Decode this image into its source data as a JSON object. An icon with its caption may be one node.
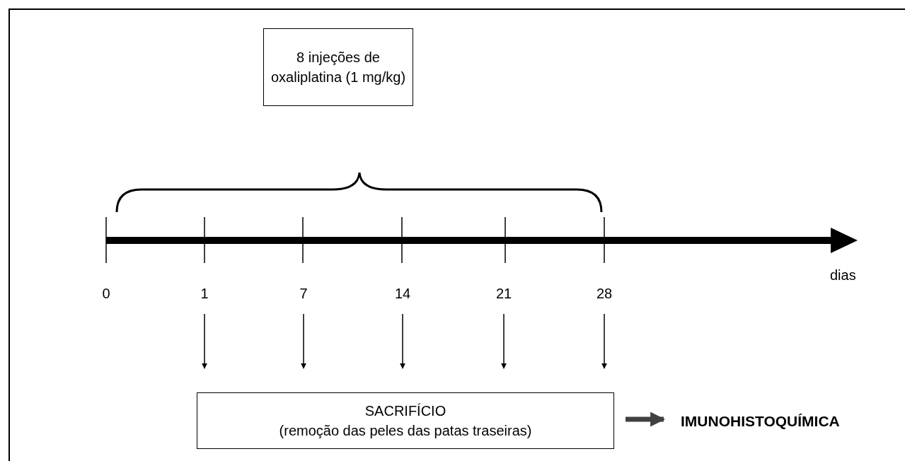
{
  "diagram": {
    "nodes": [
      {
        "text": [
          "8 injeções de oxaliplatina (1 mg/kg)"
        ]
      },
      {
        "text": [
          "1"
        ]
      },
      {
        "text": [
          "7"
        ]
      },
      {
        "text": [
          "14"
        ]
      },
      {
        "text": [
          "21"
        ]
      },
      {
        "text": [
          "28"
        ]
      },
      {
        "text": [
          "SACRIFÍCIO",
          "(remoção das peles das patas traseiras)"
        ]
      },
      {
        "text": [
          "IMUNOHISTOQUÍMICA"
        ]
      }
    ],
    "edges": [
      {
        "from": 1,
        "to": 6,
        "arrow": "to"
      },
      {
        "from": 2,
        "to": 6,
        "arrow": "to"
      },
      {
        "from": 3,
        "to": 6,
        "arrow": "to"
      },
      {
        "from": 4,
        "to": 6,
        "arrow": "to"
      },
      {
        "from": 5,
        "to": 6,
        "arrow": "to"
      },
      {
        "from": 6,
        "to": 7,
        "arrow": "to",
        "style": "thick",
        "color": "#404040"
      }
    ],
    "labels": [
      "0",
      "dias"
    ]
  }
}
